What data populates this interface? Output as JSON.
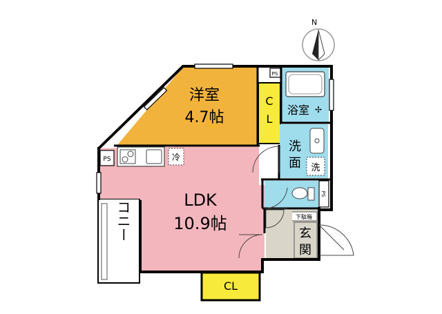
{
  "compass": {
    "north_label": "N"
  },
  "rooms": {
    "western_room": {
      "name": "洋室",
      "size": "4.7帖"
    },
    "closet_upper": {
      "label_c": "C",
      "label_l": "L"
    },
    "bathroom": {
      "name": "浴室"
    },
    "washroom": {
      "name_line1": "洗",
      "name_line2": "面",
      "washer_label": "洗"
    },
    "ldk": {
      "name": "LDK",
      "size": "10.9帖"
    },
    "balcony": {
      "name": "バルコニー"
    },
    "entrance": {
      "name_line1": "玄",
      "name_line2": "関",
      "shoe_box_label": "下駄箱"
    },
    "closet_lower": {
      "label": "CL"
    }
  },
  "fixtures": {
    "fridge_label": "冷",
    "pipe_space_label": "PS"
  },
  "colors": {
    "western_room": "#f2b33d",
    "closet": "#f7ea3a",
    "ldk": "#f4b6bd",
    "water": "#9fdcec",
    "entrance": "#d9d5c9",
    "balcony": "#ffffff",
    "wall": "#000000"
  }
}
